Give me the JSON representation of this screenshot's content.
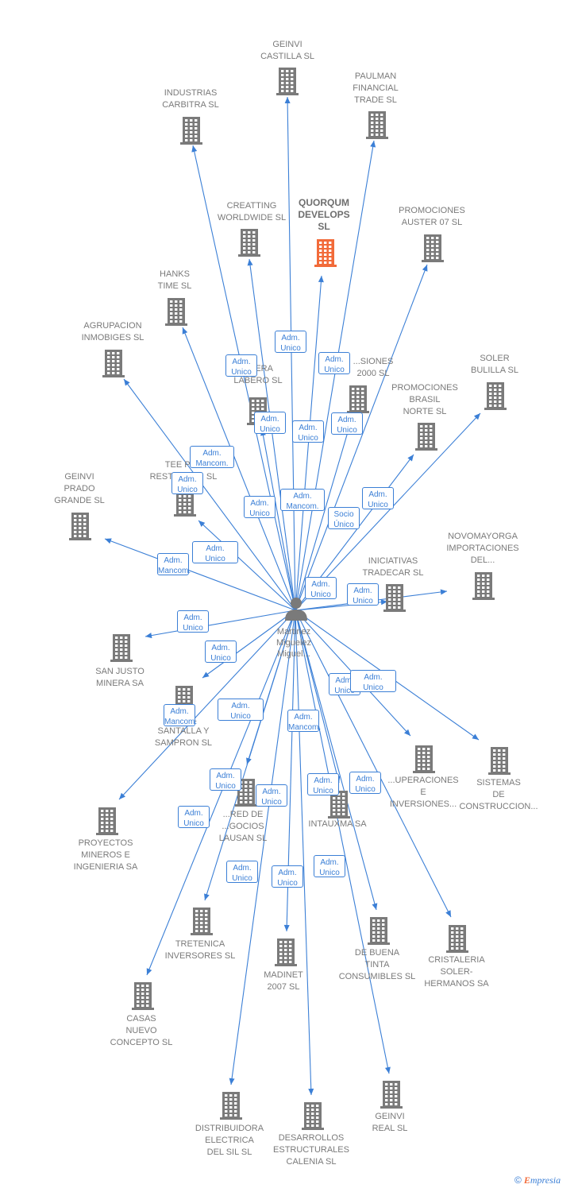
{
  "person": {
    "name": "Martinez\nMiguelez\nMiguel..."
  },
  "colors": {
    "edge": "#3b7fd6",
    "building": "#7a7a7a",
    "highlight": "#f26b3a"
  },
  "companies": [
    {
      "id": "geinvi-castilla",
      "name": "GEINVI\nCASTILLA SL"
    },
    {
      "id": "industrias-carbitra",
      "name": "INDUSTRIAS\nCARBITRA  SL"
    },
    {
      "id": "paulman-financial",
      "name": "PAULMAN\nFINANCIAL\nTRADE SL"
    },
    {
      "id": "creatting-worldwide",
      "name": "CREATTING\nWORLDWIDE SL"
    },
    {
      "id": "quorqum-develops",
      "name": "QUORQUM\nDEVELOPS\nSL",
      "highlight": true
    },
    {
      "id": "promociones-auster",
      "name": "PROMOCIONES\nAUSTER 07 SL"
    },
    {
      "id": "hanks-time",
      "name": "HANKS\nTIME SL"
    },
    {
      "id": "agrupacion-inmobiges",
      "name": "AGRUPACION\nINMOBIGES SL"
    },
    {
      "id": "canteras-labero",
      "name": "...LERA\nLABERO SL"
    },
    {
      "id": "inversiones-2000",
      "name": "...SIONES\n2000 SL"
    },
    {
      "id": "soler-bulilla",
      "name": "SOLER\nBULILLA  SL"
    },
    {
      "id": "promociones-brasil",
      "name": "PROMOCIONES\nBRASIL\nNORTE SL"
    },
    {
      "id": "tee-pee",
      "name": "TEE PEE\nRESTAURA... SL"
    },
    {
      "id": "geinvi-prado",
      "name": "GEINVI\nPRADO\nGRANDE SL"
    },
    {
      "id": "novomayorga",
      "name": "NOVOMAYORGA\nIMPORTACIONES\nDEL..."
    },
    {
      "id": "iniciativas-tradecar",
      "name": "INICIATIVAS\nTRADECAR  SL"
    },
    {
      "id": "san-justo",
      "name": "SAN JUSTO\nMINERA SA"
    },
    {
      "id": "talleres-santalla",
      "name": "TALL...\nSANTALLA Y\nSAMPRON SL"
    },
    {
      "id": "recuperaciones",
      "name": "...UPERACIONES\nE\nINVERSIONES..."
    },
    {
      "id": "sistemas-construccion",
      "name": "SISTEMAS\nDE\nCONSTRUCCION..."
    },
    {
      "id": "proyectos-mineros",
      "name": "PROYECTOS\nMINEROS E\nINGENIERIA SA"
    },
    {
      "id": "red-negocios",
      "name": "...RED DE\n...GOCIOS\nLAUSAN SL"
    },
    {
      "id": "intauxma",
      "name": "INTAUXMA SA"
    },
    {
      "id": "tretenica",
      "name": "TRETENICA\nINVERSORES SL"
    },
    {
      "id": "de-buena-tinta",
      "name": "DE BUENA\nTINTA\nCONSUMIBLES SL"
    },
    {
      "id": "cristaleria-soler",
      "name": "CRISTALERIA\nSOLER-\nHERMANOS SA"
    },
    {
      "id": "madinet",
      "name": "MADINET\n2007 SL"
    },
    {
      "id": "casas-nuevo",
      "name": "CASAS\nNUEVO\nCONCEPTO SL"
    },
    {
      "id": "distribuidora-electrica",
      "name": "DISTRIBUIDORA\nELECTRICA\nDEL SIL SL"
    },
    {
      "id": "desarrollos-estructurales",
      "name": "DESARROLLOS\nESTRUCTURALES\nCALENIA SL"
    },
    {
      "id": "geinvi-real",
      "name": "GEINVI\nREAL SL"
    }
  ],
  "roles": [
    {
      "id": "r1",
      "label": "Adm.\nUnico"
    },
    {
      "id": "r2",
      "label": "Adm.\nUnico"
    },
    {
      "id": "r3",
      "label": "Adm.\nUnico"
    },
    {
      "id": "r4",
      "label": "Adm.\nUnico"
    },
    {
      "id": "r5",
      "label": "Adm.\nUnico"
    },
    {
      "id": "r6",
      "label": "Adm.\nMancom."
    },
    {
      "id": "r7",
      "label": "Adm.\nUnico"
    },
    {
      "id": "r8",
      "label": "Adm.\nUnico"
    },
    {
      "id": "r9",
      "label": "Adm.\nUnico"
    },
    {
      "id": "r10",
      "label": "Adm.\nUnico"
    },
    {
      "id": "r11",
      "label": "Adm.\nMancom."
    },
    {
      "id": "r12",
      "label": "Socio\nÚnico"
    },
    {
      "id": "r13",
      "label": "Adm.\nUnico"
    },
    {
      "id": "r14",
      "label": "Adm.\nMancom."
    },
    {
      "id": "r15",
      "label": "Adm.\nUnico"
    },
    {
      "id": "r16",
      "label": "Adm.\nUnico"
    },
    {
      "id": "r17",
      "label": "Adm.\nUnico"
    },
    {
      "id": "r18",
      "label": "Adm.\nUnico"
    },
    {
      "id": "r19",
      "label": "Adm.\nUnico"
    },
    {
      "id": "r20",
      "label": "Adm.\nUnico"
    },
    {
      "id": "r21",
      "label": "Adm.\nMancom."
    },
    {
      "id": "r22",
      "label": "Adm.\nUnico"
    },
    {
      "id": "r23",
      "label": "Adm.\nMancom."
    },
    {
      "id": "r24",
      "label": "Adm.\nUnico"
    },
    {
      "id": "r25",
      "label": "Adm.\nUnico"
    },
    {
      "id": "r26",
      "label": "Adm.\nUnico"
    },
    {
      "id": "r27",
      "label": "Adm.\nUnico"
    },
    {
      "id": "r28",
      "label": "Adm.\nUnico"
    },
    {
      "id": "r29",
      "label": "Adm.\nUnico"
    },
    {
      "id": "r30",
      "label": "Adm.\nUnico"
    },
    {
      "id": "r31",
      "label": "Adm.\nUnico"
    },
    {
      "id": "r32",
      "label": "Adm.\nUnico"
    }
  ],
  "footer": {
    "copyright": "©",
    "brand_e": "E",
    "brand_rest": "mpresia"
  }
}
